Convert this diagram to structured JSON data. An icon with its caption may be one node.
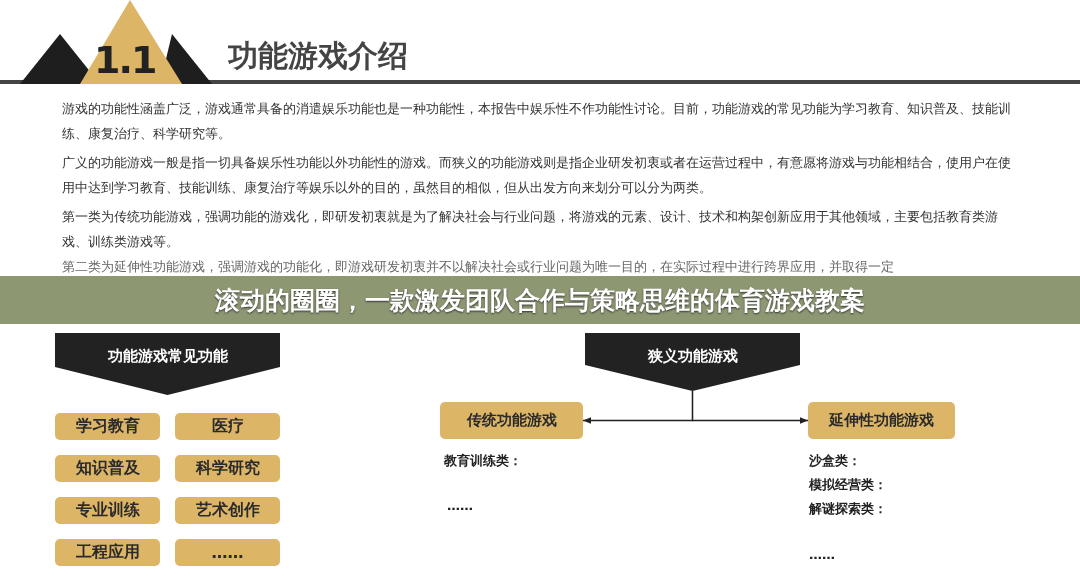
{
  "diagram": {
    "title": "功能游戏介绍",
    "caption": "滚动的圈圈，一款激发团队合作与策略思维的体育游戏教案",
    "nodes": [
      {
        "text": [
          "功能游戏常见功能"
        ]
      },
      {
        "text": [
          "学习教育"
        ]
      },
      {
        "text": [
          "医疗"
        ]
      },
      {
        "text": [
          "知识普及"
        ]
      },
      {
        "text": [
          "科学研究"
        ]
      },
      {
        "text": [
          "专业训练"
        ]
      },
      {
        "text": [
          "艺术创作"
        ]
      },
      {
        "text": [
          "工程应用"
        ]
      },
      {
        "text": [
          "……"
        ]
      },
      {
        "text": [
          "狭义功能游戏"
        ]
      },
      {
        "text": [
          "传统功能游戏"
        ]
      },
      {
        "text": [
          "延伸性功能游戏"
        ]
      }
    ],
    "edges": [
      {
        "from": 9,
        "to": 10,
        "arrow": "to"
      },
      {
        "from": 9,
        "to": 11,
        "arrow": "to"
      }
    ],
    "labels": [
      "1.1",
      "游戏的功能性涵盖广泛，游戏通常具备的消遣娱乐功能也是一种功能性，本报告中娱乐性不作功能性讨论。目前，功能游戏的常见功能为学习教育、知识普及、技能训练、康复治疗、科学研究等。",
      "广义的功能游戏一般是指一切具备娱乐性功能以外功能性的游戏。而狭义的功能游戏则是指企业研发初衷或者在运营过程中，有意愿将游戏与功能相结合，使用户在使用中达到学习教育、技能训练、康复治疗等娱乐以外的目的，虽然目的相似，但从出发方向来划分可以分为两类。",
      "第一类为传统功能游戏，强调功能的游戏化，即研发初衷就是为了解决社会与行业问题，将游戏的元素、设计、技术和构架创新应用于其他领域，主要包括教育类游戏、训练类游戏等。",
      "第二类为延伸性功能游戏，强调游戏的功能化，即游戏研发初衷并不以解决社会或行业问题为唯一目的，在实际过程中进行跨界应用，并取得一定",
      "教育训练类：",
      "……",
      "沙盒类：",
      "模拟经营类：",
      "解谜探索类：",
      "……"
    ]
  }
}
